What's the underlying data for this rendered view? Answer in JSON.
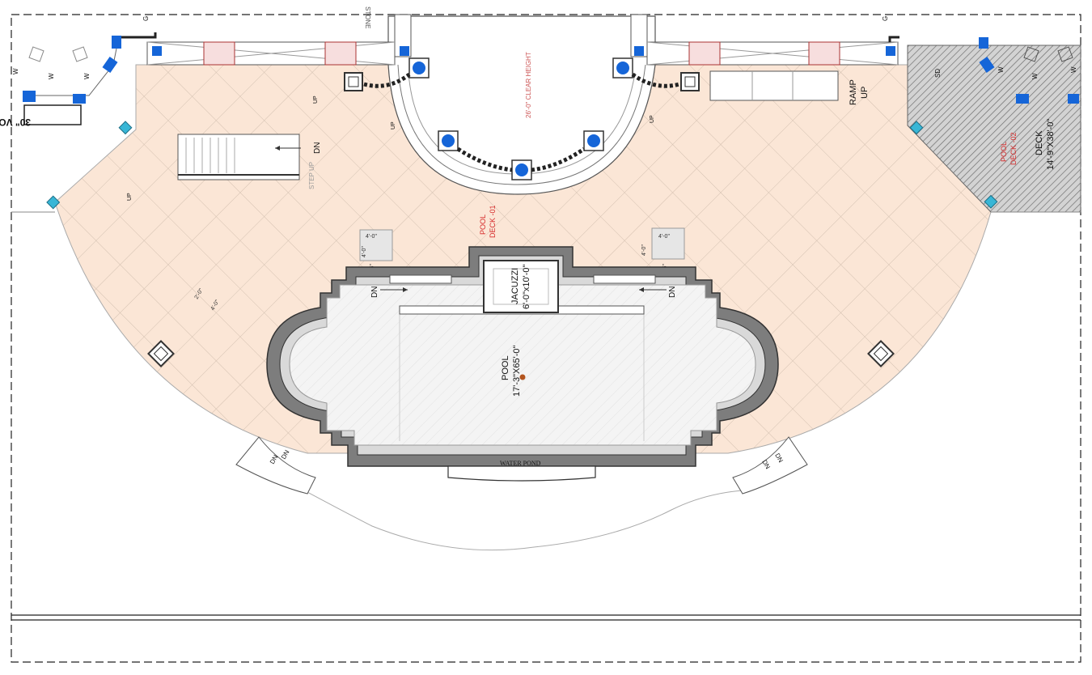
{
  "labels": {
    "void": "30\" VOID",
    "stone": "STONE",
    "clear_height": "26'-0\" CLEAR HEIGHT",
    "ramp_line1": "RAMP",
    "ramp_line2": "UP",
    "pool_deck_01_line1": "POOL",
    "pool_deck_01_line2": "DECK -01",
    "pool_deck_02_line1": "POOL",
    "pool_deck_02_line2": "DECK -02",
    "deck_line1": "DECK",
    "deck_line2": "14'-9\"X38'-0\"",
    "sd": "SD",
    "jacuzzi_line1": "JACUZZI",
    "jacuzzi_line2": "6'-0\"x10'-0\"",
    "pool_line1": "POOL",
    "pool_line2": "17'-3\"X65'-0\"",
    "water_pond": "WATER POND",
    "step_up": "STEP UP",
    "dn": "DN",
    "up": "UP",
    "w": "W",
    "g": "G",
    "dim_4": "4'-0\"",
    "dim_2": "2'-0\"",
    "dim_1": "1'-6\""
  },
  "colors": {
    "deck_fill": "#fbe6d6",
    "deck_grid": "#d9c7b8",
    "wall": "#555555",
    "column_blue": "#1565d8",
    "fountain_cyan": "#38b6d6",
    "annotation_red": "#d62b2b",
    "hatch_grey": "#8c8c8c"
  }
}
